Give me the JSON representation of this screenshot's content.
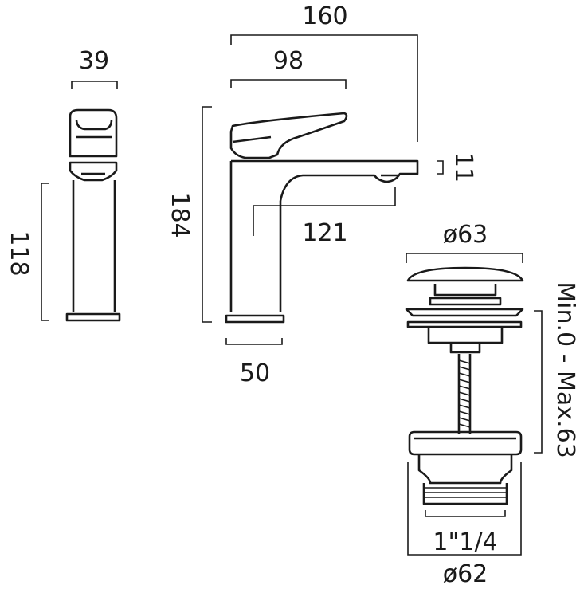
{
  "dimensions": {
    "side_width": "39",
    "side_height": "118",
    "front_total_width": "160",
    "front_handle_width": "98",
    "front_height": "184",
    "spout_height": "121",
    "spout_outlet": "11",
    "base_width": "50",
    "waste_cap_diameter": "ø63",
    "waste_range": "Min.0 - Max.63",
    "waste_thread": "1\"1/4",
    "waste_body_diameter": "ø62"
  }
}
